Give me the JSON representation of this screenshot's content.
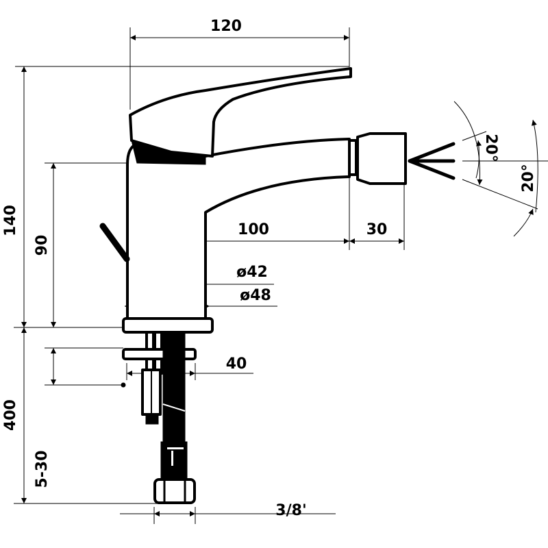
{
  "title": "Bidet mixer technical drawing",
  "dimensions": {
    "width_total": "120",
    "height_total": "140",
    "body_height": "90",
    "spout_reach": "100",
    "nozzle_length": "30",
    "diameter_inner": "ø42",
    "diameter_outer": "ø48",
    "fixing_width": "40",
    "hose_length": "400",
    "deck_thickness": "5-30",
    "connection": "3/8'",
    "angle_upper": "20°",
    "angle_lower": "20°"
  }
}
